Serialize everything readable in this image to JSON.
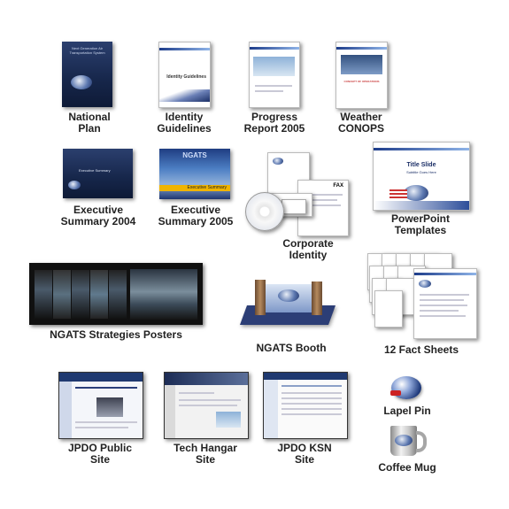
{
  "items": {
    "national_plan": {
      "line1": "National",
      "line2": "Plan"
    },
    "identity_guidelines": {
      "line1": "Identity",
      "line2": "Guidelines"
    },
    "progress_report": {
      "line1": "Progress",
      "line2": "Report 2005"
    },
    "weather_conops": {
      "line1": "Weather",
      "line2": "CONOPS"
    },
    "exec_summary_2004": {
      "line1": "Executive",
      "line2": "Summary 2004"
    },
    "exec_summary_2005": {
      "line1": "Executive",
      "line2": "Summary 2005"
    },
    "corporate_identity": {
      "line1": "Corporate",
      "line2": "Identity"
    },
    "powerpoint_templates": {
      "line1": "PowerPoint",
      "line2": "Templates"
    },
    "strategies_posters": {
      "line1": "NGATS Strategies Posters"
    },
    "booth": {
      "line1": "NGATS Booth"
    },
    "fact_sheets": {
      "line1": "12 Fact Sheets"
    },
    "lapel_pin": {
      "line1": "Lapel Pin"
    },
    "jpdo_public_site": {
      "line1": "JPDO Public",
      "line2": "Site"
    },
    "tech_hangar_site": {
      "line1": "Tech Hangar",
      "line2": "Site"
    },
    "jpdo_ksn_site": {
      "line1": "JPDO KSN",
      "line2": "Site"
    },
    "coffee_mug": {
      "line1": "Coffee Mug"
    }
  },
  "thumb_text": {
    "national_plan_cover": "Next Generation Air Transportation System",
    "identity_cover": "Identity Guidelines",
    "exec_2004_cover": "Executive Summary",
    "exec_2005_header": "NGATS",
    "exec_2005_band": "Executive Summary",
    "fax": "FAX",
    "slide_title": "Title Slide",
    "slide_subtitle": "Subtitle Goes Here",
    "weather_title": "CONCEPT OF OPERATIONS"
  }
}
